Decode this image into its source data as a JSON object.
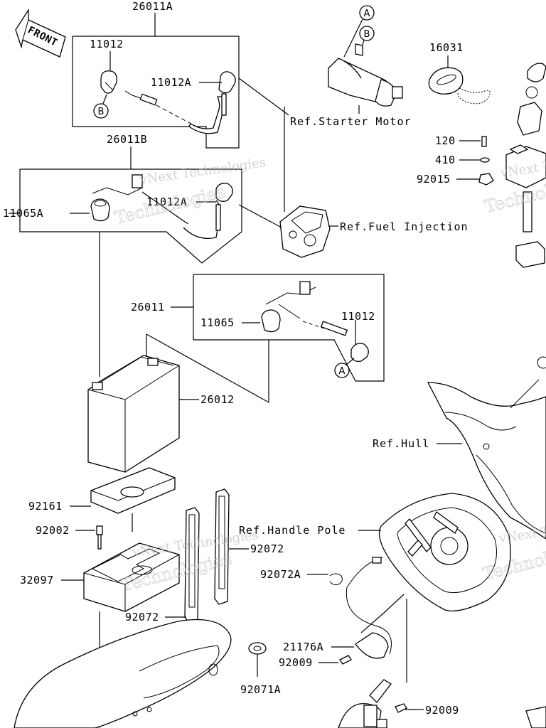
{
  "front_label": "FRONT",
  "parts": {
    "p26011A": "26011A",
    "p11012_top": "11012",
    "p11012A_top": "11012A",
    "p26011B": "26011B",
    "p11065A": "11065A",
    "p11012A_mid": "11012A",
    "p26011": "26011",
    "p11065": "11065",
    "p11012_mid": "11012",
    "p26012": "26012",
    "p16031": "16031",
    "p120": "120",
    "p410": "410",
    "p92015": "92015",
    "p92161": "92161",
    "p92002": "92002",
    "p92072_a": "92072",
    "p32097": "32097",
    "p92072A": "92072A",
    "p92072_b": "92072",
    "p21176A": "21176A",
    "p92009_a": "92009",
    "p92071A": "92071A",
    "p92009_b": "92009"
  },
  "refs": {
    "starter_motor": "Ref.Starter Motor",
    "fuel_injection": "Ref.Fuel Injection",
    "hull": "Ref.Hull",
    "handle_pole": "Ref.Handle Pole"
  },
  "callouts": {
    "A_top": "A",
    "B_top": "B",
    "B_left": "B",
    "A_mid": "A"
  },
  "watermark": {
    "brand": "vNext Technologies",
    "short": "Technologies"
  }
}
